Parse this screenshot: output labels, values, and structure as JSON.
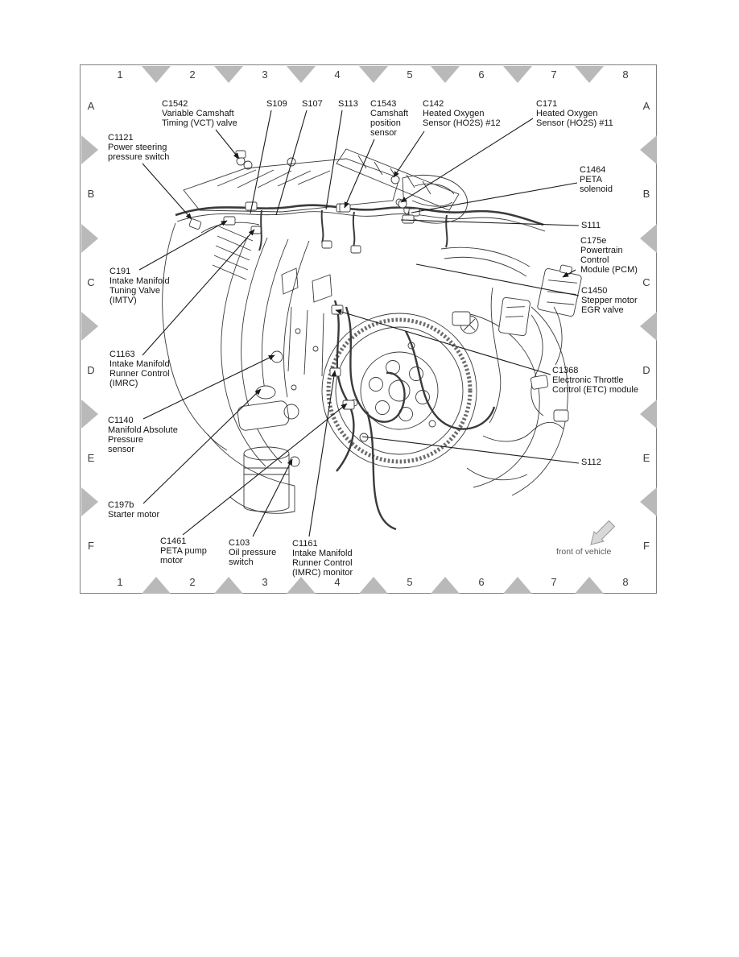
{
  "diagram": {
    "grid": {
      "columns": [
        "1",
        "2",
        "3",
        "4",
        "5",
        "6",
        "7",
        "8"
      ],
      "rows": [
        "A",
        "B",
        "C",
        "D",
        "E",
        "F"
      ]
    },
    "front_label": "front of vehicle",
    "colors": {
      "grid_marker_gray": "#b9b9b9",
      "leader_line": "#1a1a1a",
      "engine_line": "#3a3a3a",
      "border_gray": "#808080",
      "front_arrow_fill": "#d8d8d8"
    },
    "callouts": {
      "c1542": {
        "lines": [
          "C1542",
          "Variable Camshaft",
          "Timing (VCT) valve"
        ]
      },
      "c1121": {
        "lines": [
          "C1121",
          "Power steering",
          "pressure switch"
        ]
      },
      "s109": {
        "lines": [
          "S109"
        ]
      },
      "s107": {
        "lines": [
          "S107"
        ]
      },
      "s113": {
        "lines": [
          "S113"
        ]
      },
      "c1543": {
        "lines": [
          "C1543",
          "Camshaft",
          "position",
          "sensor"
        ]
      },
      "c142": {
        "lines": [
          "C142",
          "Heated Oxygen",
          "Sensor (HO2S) #12"
        ]
      },
      "c171": {
        "lines": [
          "C171",
          "Heated Oxygen",
          "Sensor (HO2S) #11"
        ]
      },
      "c1464": {
        "lines": [
          "C1464",
          "PETA",
          "solenoid"
        ]
      },
      "s111": {
        "lines": [
          "S111"
        ]
      },
      "c175e": {
        "lines": [
          "C175e",
          "Powertrain",
          "Control",
          "Module (PCM)"
        ]
      },
      "c1450": {
        "lines": [
          "C1450",
          "Stepper motor",
          "EGR valve"
        ]
      },
      "c1368": {
        "lines": [
          "C1368",
          "Electronic Throttle",
          "Control (ETC) module"
        ]
      },
      "s112": {
        "lines": [
          "S112"
        ]
      },
      "c191": {
        "lines": [
          "C191",
          "Intake Manifold",
          "Tuning Valve",
          "(IMTV)"
        ]
      },
      "c1163": {
        "lines": [
          "C1163",
          "Intake Manifold",
          "Runner Control",
          "(IMRC)"
        ]
      },
      "c1140": {
        "lines": [
          "C1140",
          "Manifold Absolute",
          "Pressure",
          "sensor"
        ]
      },
      "c197b": {
        "lines": [
          "C197b",
          "Starter motor"
        ]
      },
      "c1461": {
        "lines": [
          "C1461",
          "PETA pump",
          "motor"
        ]
      },
      "c103": {
        "lines": [
          "C103",
          "Oil pressure",
          "switch"
        ]
      },
      "c1161": {
        "lines": [
          "C1161",
          "Intake Manifold",
          "Runner Control",
          "(IMRC) monitor"
        ]
      }
    }
  }
}
